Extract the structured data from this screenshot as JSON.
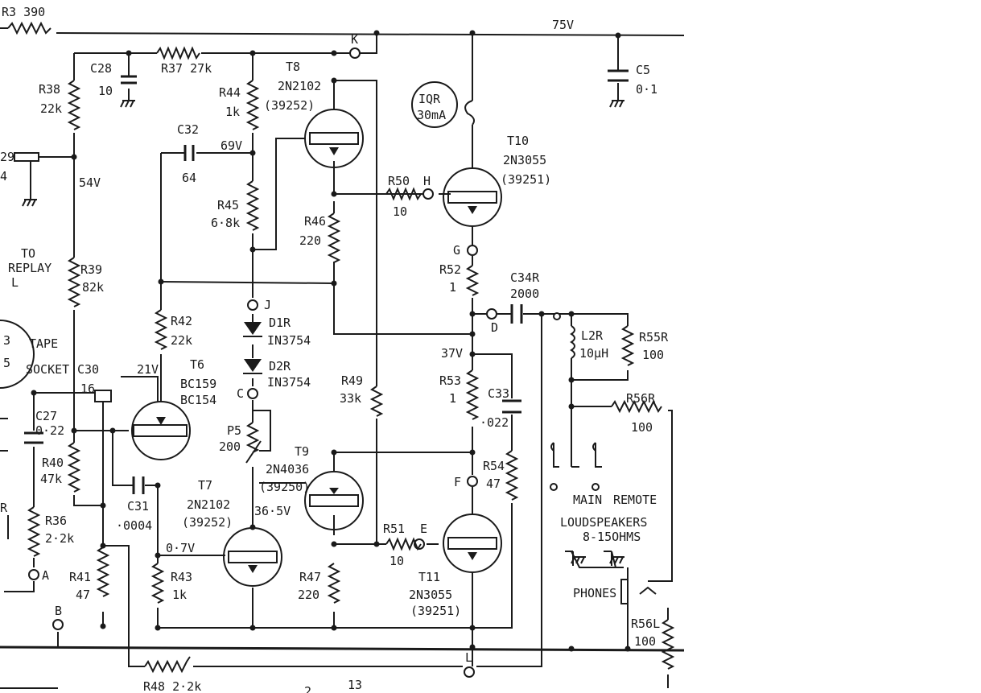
{
  "labels": {
    "r3": "R3  390",
    "rail_75v": "75V",
    "c5": "C5",
    "c5_val": "0·1",
    "c28": "C28",
    "c28_val": "10",
    "r37": "R37 27k",
    "k": "K",
    "t8": "T8",
    "t8_type": "2N2102",
    "t8_code": "(39252)",
    "iqr": "IQR",
    "iqr_val": "30mA",
    "r38": "R38",
    "r38_val": "22k",
    "r44": "R44",
    "r44_val": "1k",
    "t10": "T10",
    "t10_type": "2N3055",
    "t10_code": "(39251)",
    "c32": "C32",
    "c32_val": "64",
    "v69": "69V",
    "c29": "29",
    "c29_val": "4",
    "v54": "54V",
    "r45": "R45",
    "r45_val": "6·8k",
    "r50": "R50",
    "h": "H",
    "r50_val": "10",
    "r46": "R46",
    "r46_val": "220",
    "g": "G",
    "to": "TO",
    "replay": "REPLAY",
    "l": "L",
    "r39": "R39",
    "r39_val": "82k",
    "r52": "R52",
    "r52_val": "1",
    "c34r": "C34R",
    "c34r_val": "2000",
    "j": "J",
    "d": "D",
    "d1r": "D1R",
    "d1r_type": "IN3754",
    "r42": "R42",
    "r42_val": "22k",
    "tape": "TAPE",
    "socket": "SOCKET",
    "n3": "3",
    "n5": "5",
    "l2r": "L2R",
    "l2r_val": "10µH",
    "r55r": "R55R",
    "r55r_val": "100",
    "v37": "37V",
    "d2r": "D2R",
    "d2r_type": "IN3754",
    "c30": "C30",
    "c30_val": "16",
    "v21": "21V",
    "t6": "T6",
    "t6_a": "BC159",
    "t6_b": "BC154",
    "r53": "R53",
    "r53_val": "1",
    "c33": "C33",
    "c33_val": "·022",
    "r49": "R49",
    "r49_val": "33k",
    "c": "C",
    "r56r": "R56R",
    "r56r_val": "100",
    "c27": "C27",
    "c27_val": "0·22",
    "p5": "P5",
    "p5_val": "200",
    "t9": "T9",
    "t9_type": "2N4036",
    "t9_code": "(39250)",
    "r40": "R40",
    "r40_val": "47k",
    "f": "F",
    "r54": "R54",
    "r54_val": "47",
    "c31": "C31",
    "c31_val": "·0004",
    "t7": "T7",
    "t7_type": "2N2102",
    "t7_code": "(39252)",
    "v365": "36·5V",
    "main": "MAIN",
    "remote": "REMOTE",
    "loudspeakers": "LOUDSPEAKERS",
    "ohms": "8-15OHMS",
    "r36": "R36",
    "r36_val": "2·2k",
    "v07": "0·7V",
    "r51": "R51",
    "e": "E",
    "r51_val": "10",
    "a": "A",
    "r43": "R43",
    "r43_val": "1k",
    "r41": "R41",
    "r41_val": "47",
    "r47": "R47",
    "r47_val": "220",
    "t11": "T11",
    "t11_type": "2N3055",
    "t11_code": "(39251)",
    "phones": "PHONES",
    "r56l": "R56L",
    "r56l_val": "100",
    "b": "B",
    "r48": "R48 2·2k",
    "n13": "13",
    "n2": "2",
    "r_left": "R",
    "lower_l": "L"
  }
}
